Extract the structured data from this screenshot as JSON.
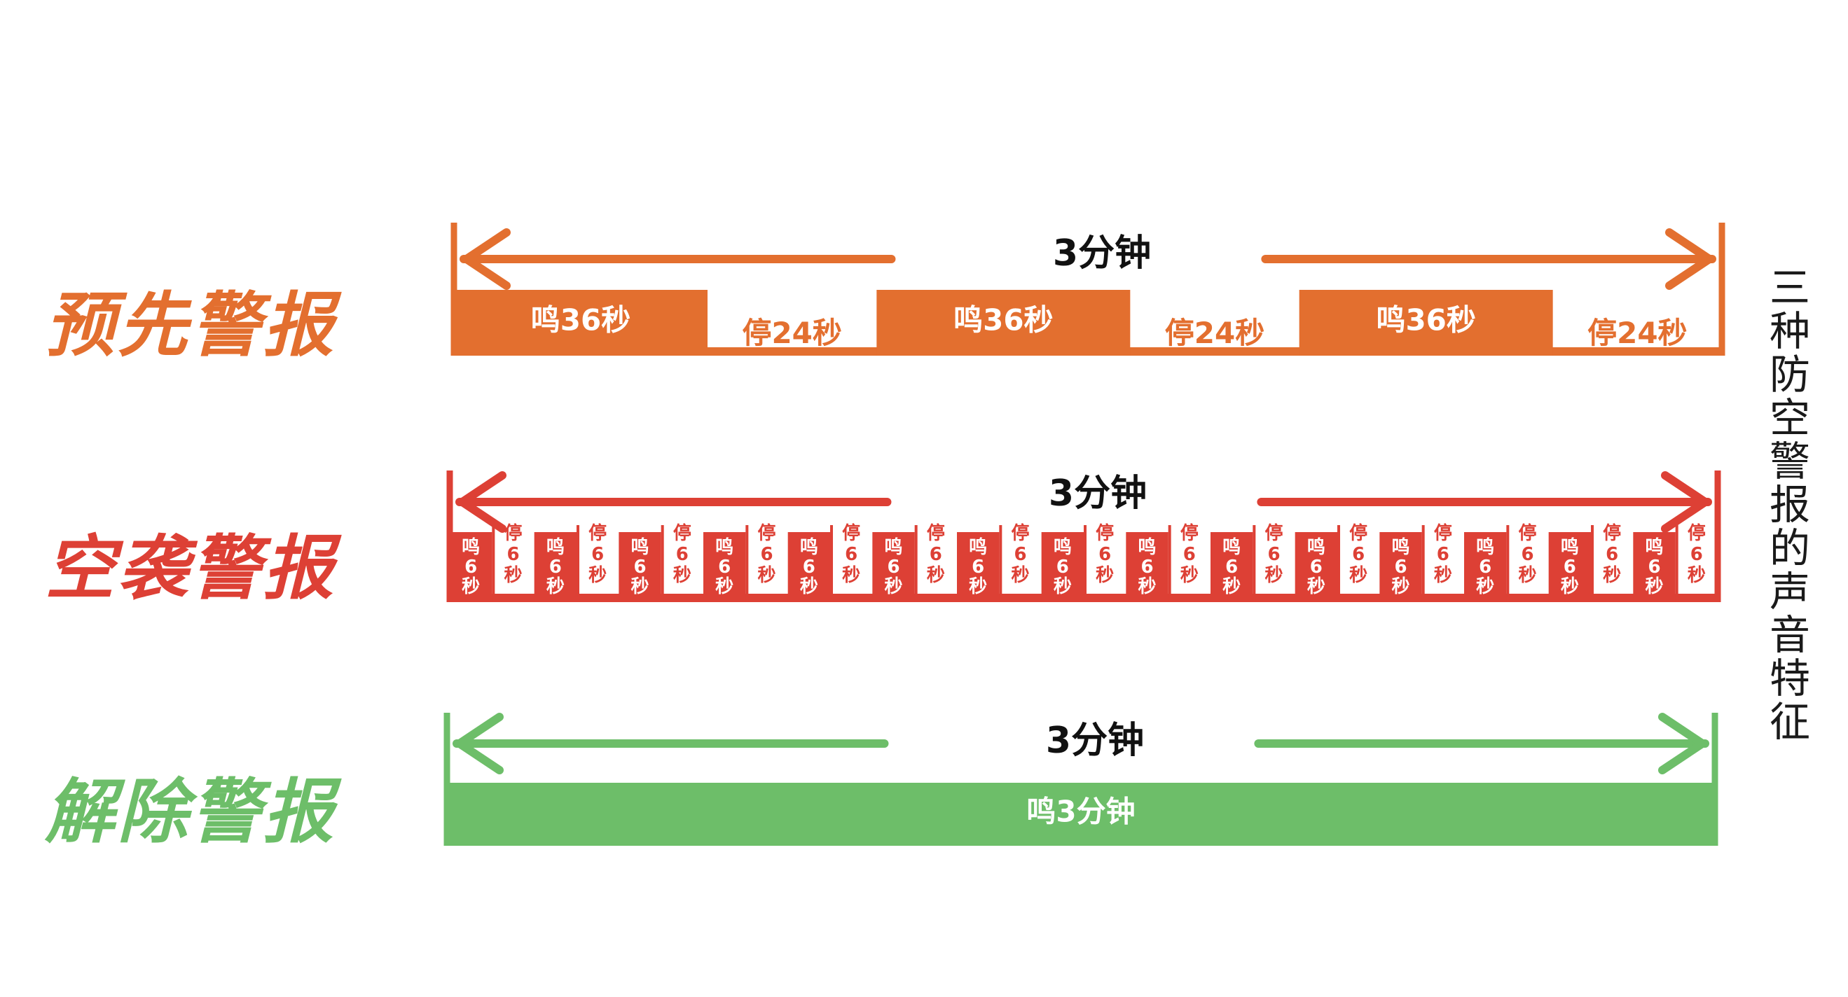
{
  "title_vertical": "三种防空警报的声音特征",
  "colors": {
    "preliminary": "#E36F2F",
    "air_raid": "#DD4035",
    "all_clear": "#6DBE69",
    "text_dark": "#111111",
    "text_light": "#ffffff"
  },
  "rows": [
    {
      "id": "preliminary",
      "label": "预先警报",
      "duration_label": "3分钟",
      "segments": [
        {
          "kind": "on",
          "label": "鸣36秒",
          "seconds": 36
        },
        {
          "kind": "off",
          "label": "停24秒",
          "seconds": 24
        },
        {
          "kind": "on",
          "label": "鸣36秒",
          "seconds": 36
        },
        {
          "kind": "off",
          "label": "停24秒",
          "seconds": 24
        },
        {
          "kind": "on",
          "label": "鸣36秒",
          "seconds": 36
        },
        {
          "kind": "off",
          "label": "停24秒",
          "seconds": 24
        }
      ]
    },
    {
      "id": "air_raid",
      "label": "空袭警报",
      "duration_label": "3分钟",
      "pattern": {
        "on_label": "鸣6秒",
        "off_label": "停6秒",
        "on_seconds": 6,
        "off_seconds": 6,
        "cycles": 15
      }
    },
    {
      "id": "all_clear",
      "label": "解除警报",
      "duration_label": "3分钟",
      "segments": [
        {
          "kind": "on",
          "label": "鸣3分钟",
          "seconds": 180
        }
      ]
    }
  ]
}
